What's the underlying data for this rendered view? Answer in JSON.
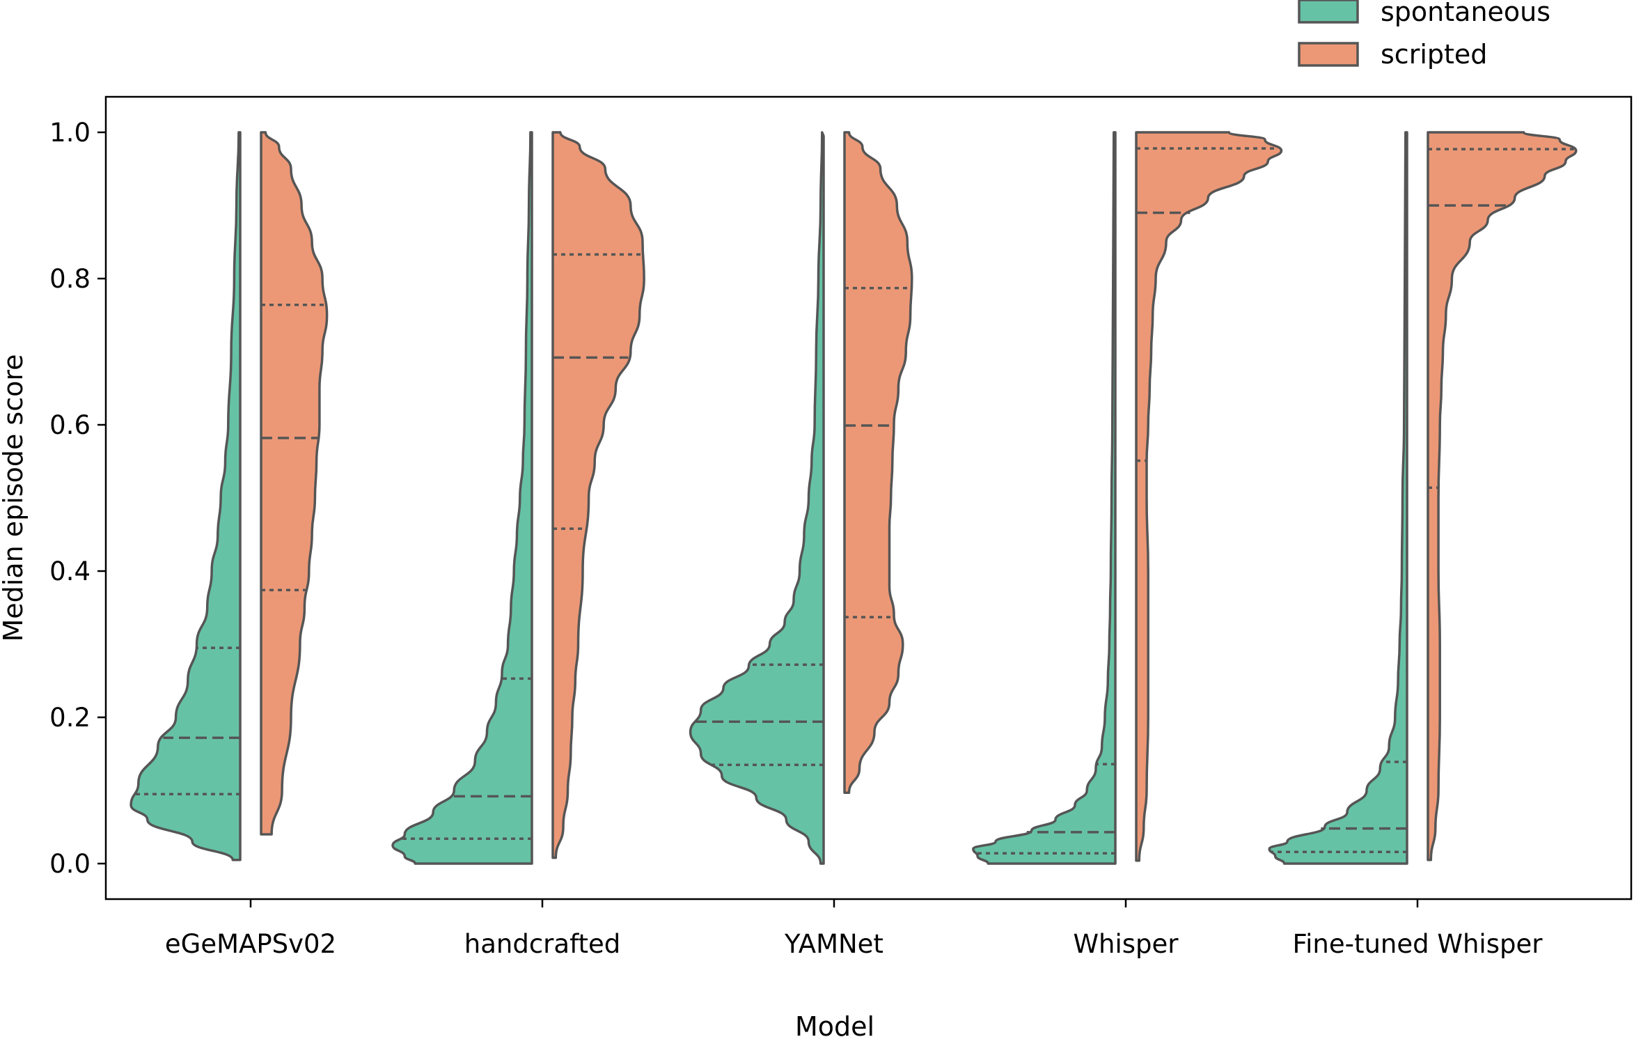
{
  "chart_data": {
    "type": "violin",
    "title": "",
    "xlabel": "Model",
    "ylabel": "Median episode score",
    "categories": [
      "eGeMAPSv02",
      "handcrafted",
      "YAMNet",
      "Whisper",
      "Fine-tuned Whisper"
    ],
    "ylim": [
      -0.05,
      1.05
    ],
    "yticks": [
      0.0,
      0.2,
      0.4,
      0.6,
      0.8,
      1.0
    ],
    "ytick_labels": [
      "0.0",
      "0.2",
      "0.4",
      "0.6",
      "0.8",
      "1.0"
    ],
    "grid": false,
    "legend_position": "top-right, outside plot",
    "split": true,
    "inner": "quartile",
    "series": [
      {
        "name": "spontaneous",
        "color": "#66c2a5",
        "side": "left",
        "violins": [
          {
            "ymin": 0.005,
            "ymax": 1.0,
            "q1": 0.095,
            "median": 0.172,
            "q3": 0.295,
            "profile": [
              [
                0.005,
                0.05
              ],
              [
                0.03,
                0.32
              ],
              [
                0.06,
                0.62
              ],
              [
                0.08,
                0.73
              ],
              [
                0.11,
                0.68
              ],
              [
                0.16,
                0.55
              ],
              [
                0.2,
                0.43
              ],
              [
                0.25,
                0.35
              ],
              [
                0.3,
                0.29
              ],
              [
                0.35,
                0.22
              ],
              [
                0.4,
                0.19
              ],
              [
                0.45,
                0.15
              ],
              [
                0.5,
                0.13
              ],
              [
                0.55,
                0.1
              ],
              [
                0.6,
                0.08
              ],
              [
                0.7,
                0.06
              ],
              [
                0.8,
                0.04
              ],
              [
                0.9,
                0.025
              ],
              [
                1.0,
                0.01
              ]
            ]
          },
          {
            "ymin": 0.0,
            "ymax": 1.0,
            "q1": 0.034,
            "median": 0.092,
            "q3": 0.253,
            "profile": [
              [
                0.0,
                0.78
              ],
              [
                0.01,
                0.85
              ],
              [
                0.025,
                0.93
              ],
              [
                0.04,
                0.85
              ],
              [
                0.07,
                0.66
              ],
              [
                0.1,
                0.52
              ],
              [
                0.14,
                0.38
              ],
              [
                0.18,
                0.3
              ],
              [
                0.22,
                0.24
              ],
              [
                0.26,
                0.2
              ],
              [
                0.3,
                0.16
              ],
              [
                0.35,
                0.14
              ],
              [
                0.4,
                0.12
              ],
              [
                0.45,
                0.1
              ],
              [
                0.5,
                0.08
              ],
              [
                0.55,
                0.06
              ],
              [
                0.6,
                0.05
              ],
              [
                0.7,
                0.04
              ],
              [
                0.8,
                0.03
              ],
              [
                0.9,
                0.02
              ],
              [
                1.0,
                0.01
              ]
            ]
          },
          {
            "ymin": 0.0,
            "ymax": 0.995,
            "q1": 0.135,
            "median": 0.194,
            "q3": 0.272,
            "profile": [
              [
                0.0,
                0.02
              ],
              [
                0.03,
                0.1
              ],
              [
                0.06,
                0.25
              ],
              [
                0.09,
                0.45
              ],
              [
                0.12,
                0.68
              ],
              [
                0.15,
                0.82
              ],
              [
                0.18,
                0.89
              ],
              [
                0.21,
                0.82
              ],
              [
                0.24,
                0.67
              ],
              [
                0.27,
                0.5
              ],
              [
                0.3,
                0.36
              ],
              [
                0.33,
                0.26
              ],
              [
                0.36,
                0.2
              ],
              [
                0.4,
                0.16
              ],
              [
                0.45,
                0.13
              ],
              [
                0.5,
                0.1
              ],
              [
                0.55,
                0.08
              ],
              [
                0.6,
                0.06
              ],
              [
                0.7,
                0.05
              ],
              [
                0.8,
                0.035
              ],
              [
                0.9,
                0.02
              ],
              [
                1.0,
                0.01
              ]
            ]
          },
          {
            "ymin": 0.0,
            "ymax": 1.0,
            "q1": 0.014,
            "median": 0.043,
            "q3": 0.136,
            "profile": [
              [
                0.0,
                0.85
              ],
              [
                0.01,
                0.92
              ],
              [
                0.02,
                0.95
              ],
              [
                0.03,
                0.8
              ],
              [
                0.045,
                0.56
              ],
              [
                0.06,
                0.4
              ],
              [
                0.08,
                0.27
              ],
              [
                0.1,
                0.19
              ],
              [
                0.13,
                0.13
              ],
              [
                0.16,
                0.09
              ],
              [
                0.2,
                0.07
              ],
              [
                0.25,
                0.05
              ],
              [
                0.3,
                0.04
              ],
              [
                0.35,
                0.035
              ],
              [
                0.4,
                0.03
              ],
              [
                0.5,
                0.025
              ],
              [
                0.6,
                0.02
              ],
              [
                0.8,
                0.015
              ],
              [
                1.0,
                0.01
              ]
            ]
          },
          {
            "ymin": 0.0,
            "ymax": 1.0,
            "q1": 0.016,
            "median": 0.048,
            "q3": 0.139,
            "profile": [
              [
                0.0,
                0.82
              ],
              [
                0.01,
                0.88
              ],
              [
                0.02,
                0.92
              ],
              [
                0.03,
                0.8
              ],
              [
                0.05,
                0.55
              ],
              [
                0.07,
                0.4
              ],
              [
                0.1,
                0.27
              ],
              [
                0.13,
                0.18
              ],
              [
                0.16,
                0.12
              ],
              [
                0.2,
                0.08
              ],
              [
                0.25,
                0.06
              ],
              [
                0.3,
                0.05
              ],
              [
                0.35,
                0.04
              ],
              [
                0.4,
                0.035
              ],
              [
                0.5,
                0.03
              ],
              [
                0.6,
                0.02
              ],
              [
                0.8,
                0.015
              ],
              [
                1.0,
                0.01
              ]
            ]
          }
        ]
      },
      {
        "name": "scripted",
        "color": "#ec9876",
        "side": "right",
        "violins": [
          {
            "ymin": 0.04,
            "ymax": 1.0,
            "q1": 0.374,
            "median": 0.582,
            "q3": 0.764,
            "profile": [
              [
                0.04,
                0.07
              ],
              [
                0.1,
                0.14
              ],
              [
                0.2,
                0.2
              ],
              [
                0.3,
                0.26
              ],
              [
                0.35,
                0.29
              ],
              [
                0.4,
                0.32
              ],
              [
                0.45,
                0.34
              ],
              [
                0.5,
                0.36
              ],
              [
                0.55,
                0.37
              ],
              [
                0.6,
                0.39
              ],
              [
                0.65,
                0.39
              ],
              [
                0.7,
                0.41
              ],
              [
                0.75,
                0.44
              ],
              [
                0.8,
                0.41
              ],
              [
                0.85,
                0.34
              ],
              [
                0.9,
                0.27
              ],
              [
                0.95,
                0.2
              ],
              [
                0.98,
                0.12
              ],
              [
                1.0,
                0.03
              ]
            ]
          },
          {
            "ymin": 0.008,
            "ymax": 1.0,
            "q1": 0.458,
            "median": 0.692,
            "q3": 0.833,
            "profile": [
              [
                0.008,
                0.02
              ],
              [
                0.05,
                0.07
              ],
              [
                0.1,
                0.1
              ],
              [
                0.15,
                0.12
              ],
              [
                0.2,
                0.13
              ],
              [
                0.25,
                0.15
              ],
              [
                0.3,
                0.17
              ],
              [
                0.4,
                0.2
              ],
              [
                0.5,
                0.24
              ],
              [
                0.55,
                0.28
              ],
              [
                0.6,
                0.34
              ],
              [
                0.65,
                0.42
              ],
              [
                0.7,
                0.52
              ],
              [
                0.75,
                0.58
              ],
              [
                0.8,
                0.61
              ],
              [
                0.85,
                0.6
              ],
              [
                0.9,
                0.52
              ],
              [
                0.95,
                0.35
              ],
              [
                0.98,
                0.18
              ],
              [
                1.0,
                0.05
              ]
            ]
          },
          {
            "ymin": 0.097,
            "ymax": 1.0,
            "q1": 0.337,
            "median": 0.599,
            "q3": 0.787,
            "profile": [
              [
                0.097,
                0.03
              ],
              [
                0.13,
                0.1
              ],
              [
                0.18,
                0.2
              ],
              [
                0.22,
                0.3
              ],
              [
                0.26,
                0.36
              ],
              [
                0.3,
                0.39
              ],
              [
                0.34,
                0.33
              ],
              [
                0.38,
                0.3
              ],
              [
                0.42,
                0.3
              ],
              [
                0.46,
                0.3
              ],
              [
                0.5,
                0.31
              ],
              [
                0.55,
                0.32
              ],
              [
                0.6,
                0.33
              ],
              [
                0.65,
                0.36
              ],
              [
                0.7,
                0.41
              ],
              [
                0.75,
                0.44
              ],
              [
                0.8,
                0.45
              ],
              [
                0.85,
                0.42
              ],
              [
                0.9,
                0.35
              ],
              [
                0.95,
                0.24
              ],
              [
                0.98,
                0.12
              ],
              [
                1.0,
                0.03
              ]
            ]
          },
          {
            "ymin": 0.004,
            "ymax": 1.0,
            "q1": 0.551,
            "median": 0.89,
            "q3": 0.978,
            "profile": [
              [
                0.004,
                0.02
              ],
              [
                0.05,
                0.05
              ],
              [
                0.1,
                0.07
              ],
              [
                0.2,
                0.08
              ],
              [
                0.3,
                0.08
              ],
              [
                0.4,
                0.08
              ],
              [
                0.5,
                0.07
              ],
              [
                0.55,
                0.07
              ],
              [
                0.6,
                0.08
              ],
              [
                0.65,
                0.09
              ],
              [
                0.7,
                0.1
              ],
              [
                0.75,
                0.11
              ],
              [
                0.8,
                0.13
              ],
              [
                0.85,
                0.2
              ],
              [
                0.88,
                0.3
              ],
              [
                0.91,
                0.48
              ],
              [
                0.94,
                0.72
              ],
              [
                0.96,
                0.88
              ],
              [
                0.975,
                0.97
              ],
              [
                0.99,
                0.86
              ],
              [
                1.0,
                0.62
              ]
            ]
          },
          {
            "ymin": 0.005,
            "ymax": 1.0,
            "q1": 0.514,
            "median": 0.9,
            "q3": 0.977,
            "profile": [
              [
                0.005,
                0.02
              ],
              [
                0.05,
                0.05
              ],
              [
                0.1,
                0.07
              ],
              [
                0.2,
                0.08
              ],
              [
                0.3,
                0.08
              ],
              [
                0.4,
                0.07
              ],
              [
                0.5,
                0.07
              ],
              [
                0.6,
                0.08
              ],
              [
                0.65,
                0.09
              ],
              [
                0.7,
                0.1
              ],
              [
                0.75,
                0.12
              ],
              [
                0.8,
                0.16
              ],
              [
                0.85,
                0.28
              ],
              [
                0.88,
                0.4
              ],
              [
                0.91,
                0.58
              ],
              [
                0.94,
                0.78
              ],
              [
                0.96,
                0.92
              ],
              [
                0.975,
                0.99
              ],
              [
                0.99,
                0.88
              ],
              [
                1.0,
                0.64
              ]
            ]
          }
        ]
      }
    ]
  }
}
